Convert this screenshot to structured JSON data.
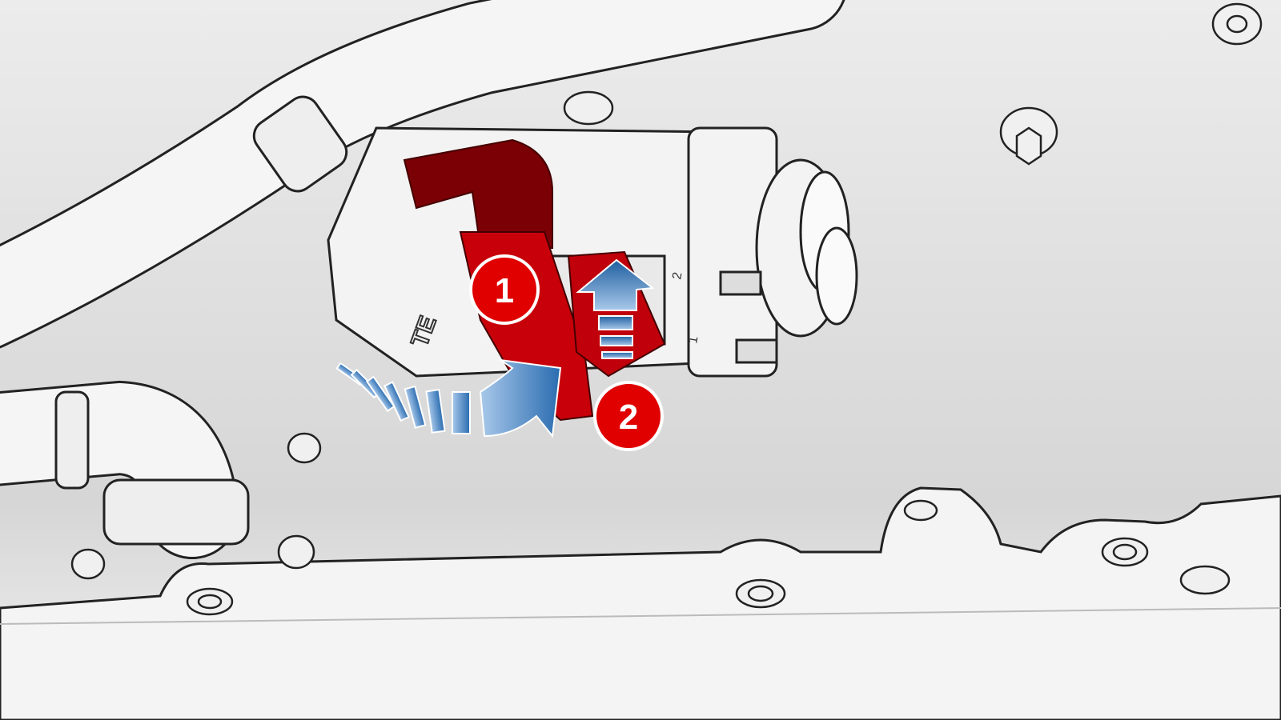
{
  "illustration": {
    "subject": "connector-lock-release",
    "callouts": [
      {
        "number": "1"
      },
      {
        "number": "2"
      }
    ],
    "connector_pin_labels": [
      "2",
      "1"
    ],
    "manufacturer_logo": "TE",
    "colors": {
      "background": "#e4e4e4",
      "lock_red": "#c8000a",
      "callout_red": "#e00000",
      "arrow_blue": "#3a7fc0"
    }
  }
}
